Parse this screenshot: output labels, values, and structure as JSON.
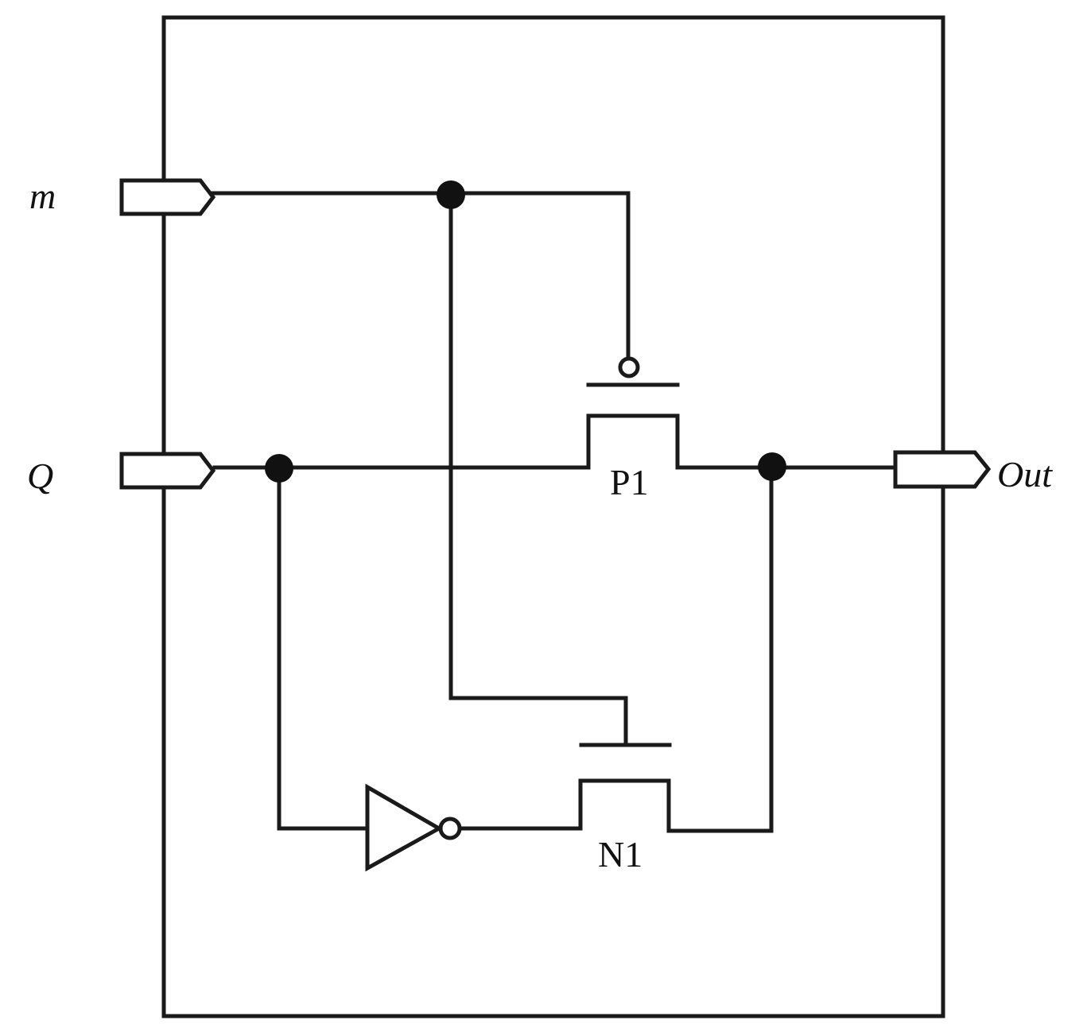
{
  "ports": {
    "m": "m",
    "q": "Q",
    "out": "Out"
  },
  "transistors": {
    "p1": "P1",
    "n1": "N1"
  },
  "colors": {
    "line": "#1a1a1a",
    "background": "#ffffff"
  }
}
